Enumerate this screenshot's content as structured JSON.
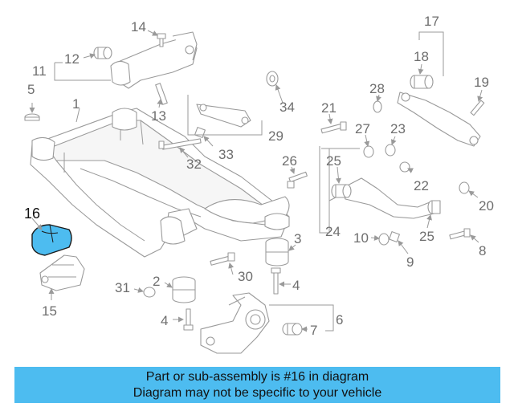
{
  "callouts": {
    "c1": "1",
    "c2": "2",
    "c3": "3",
    "c4a": "4",
    "c4b": "4",
    "c5": "5",
    "c6": "6",
    "c7": "7",
    "c8": "8",
    "c9": "9",
    "c10": "10",
    "c11": "11",
    "c12": "12",
    "c13": "13",
    "c14": "14",
    "c15": "15",
    "c16": "16",
    "c17": "17",
    "c18": "18",
    "c19": "19",
    "c20": "20",
    "c21": "21",
    "c22": "22",
    "c23": "23",
    "c24": "24",
    "c25a": "25",
    "c25b": "25",
    "c26": "26",
    "c27": "27",
    "c28": "28",
    "c29": "29",
    "c30": "30",
    "c31": "31",
    "c32": "32",
    "c33": "33",
    "c34": "34"
  },
  "highlight": {
    "part_number": "16",
    "color": "#4dbcf0"
  },
  "banner": {
    "line1": "Part or sub-assembly is #16 in diagram",
    "line2": "Diagram may not be specific to your vehicle",
    "background": "#4dbcf0"
  }
}
